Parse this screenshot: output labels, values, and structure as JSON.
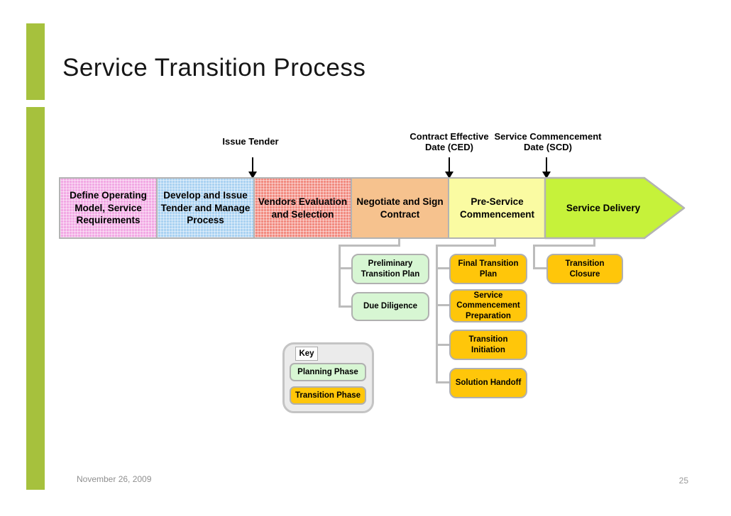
{
  "slide": {
    "title": "Service Transition Process",
    "footer_date": "November 26, 2009",
    "page_number": "25"
  },
  "annotations": {
    "issue_tender": "Issue Tender",
    "ced_line1": "Contract Effective",
    "ced_line2": "Date (CED)",
    "scd_line1": "Service Commencement",
    "scd_line2": "Date (SCD)"
  },
  "process": {
    "stages": [
      {
        "label": "Define Operating Model, Service Requirements",
        "color": "#f2a9e4",
        "pattern": "plaid"
      },
      {
        "label": "Develop and Issue Tender and Manage Process",
        "color": "#aad2f2",
        "pattern": "plaid"
      },
      {
        "label": "Vendors Evaluation and Selection",
        "color": "#f28b80",
        "pattern": "plaid"
      },
      {
        "label": "Negotiate and Sign Contract",
        "color": "#f6c28e",
        "pattern": "solid"
      },
      {
        "label": "Pre-Service Commencement",
        "color": "#fafba2",
        "pattern": "solid"
      }
    ],
    "arrow_stage": {
      "label": "Service Delivery",
      "color": "#c6f23a"
    }
  },
  "planning_boxes": [
    {
      "label": "Preliminary Transition Plan"
    },
    {
      "label": "Due Diligence"
    }
  ],
  "transition_boxes": [
    {
      "label": "Final Transition Plan"
    },
    {
      "label": "Service Commencement Preparation"
    },
    {
      "label": "Transition Initiation"
    },
    {
      "label": "Solution Handoff"
    },
    {
      "label": "Transition Closure"
    }
  ],
  "key": {
    "title": "Key",
    "planning_label": "Planning Phase",
    "transition_label": "Transition Phase",
    "planning_color": "#d7f6d3",
    "transition_color": "#ffc60a"
  },
  "colors": {
    "accent_bar": "#a6c13d",
    "connector": "#bcbcbc",
    "stage_border": "#b3b3b3"
  }
}
